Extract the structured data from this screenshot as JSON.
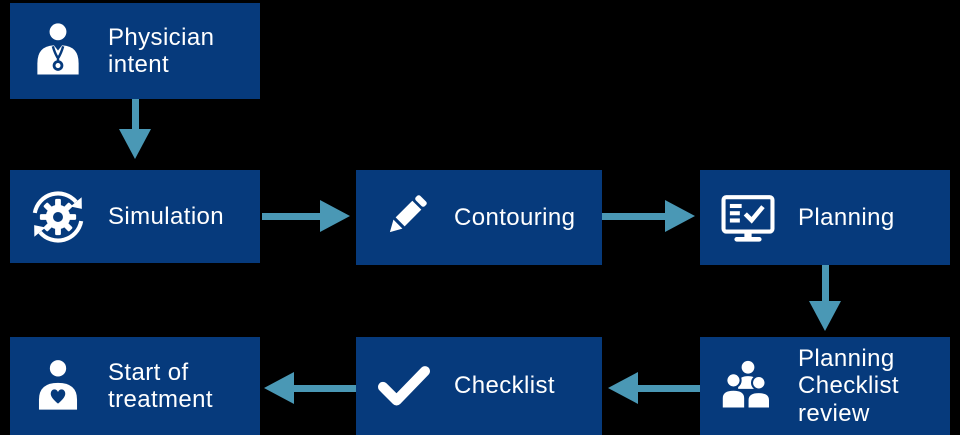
{
  "diagram": {
    "colors": {
      "bg": "#000000",
      "box": "#063a7c",
      "arrow": "#4a98b5",
      "text": "#ffffff"
    },
    "nodes": [
      {
        "id": "physician-intent",
        "label": "Physician\nintent",
        "icon": "physician-icon"
      },
      {
        "id": "simulation",
        "label": "Simulation",
        "icon": "gear-sync-icon"
      },
      {
        "id": "contouring",
        "label": "Contouring",
        "icon": "pencil-icon"
      },
      {
        "id": "planning",
        "label": "Planning",
        "icon": "monitor-checklist-icon"
      },
      {
        "id": "planning-checklist-review",
        "label": "Planning\nChecklist\nreview",
        "icon": "people-group-icon"
      },
      {
        "id": "checklist",
        "label": "Checklist",
        "icon": "checkmark-icon"
      },
      {
        "id": "start-of-treatment",
        "label": "Start of\ntreatment",
        "icon": "patient-heart-icon"
      }
    ],
    "edges": [
      {
        "from": "physician-intent",
        "to": "simulation",
        "direction": "down"
      },
      {
        "from": "simulation",
        "to": "contouring",
        "direction": "right"
      },
      {
        "from": "contouring",
        "to": "planning",
        "direction": "right"
      },
      {
        "from": "planning",
        "to": "planning-checklist-review",
        "direction": "down"
      },
      {
        "from": "planning-checklist-review",
        "to": "checklist",
        "direction": "left"
      },
      {
        "from": "checklist",
        "to": "start-of-treatment",
        "direction": "left"
      }
    ]
  }
}
